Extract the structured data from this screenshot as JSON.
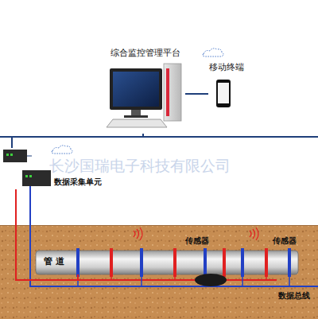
{
  "diagram": {
    "nodes": [
      {
        "text": [
          "综合监控管理平台"
        ]
      },
      {
        "text": [
          "移动终端"
        ]
      },
      {
        "text": [
          "数据采集单元"
        ]
      },
      {
        "text": [
          "管 道"
        ]
      }
    ],
    "edges": [
      {
        "from": 0,
        "to": 1,
        "arrow": "none"
      },
      {
        "from": 0,
        "to": 2,
        "arrow": "none"
      },
      {
        "from": 2,
        "to": 3,
        "arrow": "none"
      }
    ],
    "labels": [
      "长沙国瑞电子科技有限公司",
      "传感器",
      "传感器",
      "数据总线"
    ]
  }
}
